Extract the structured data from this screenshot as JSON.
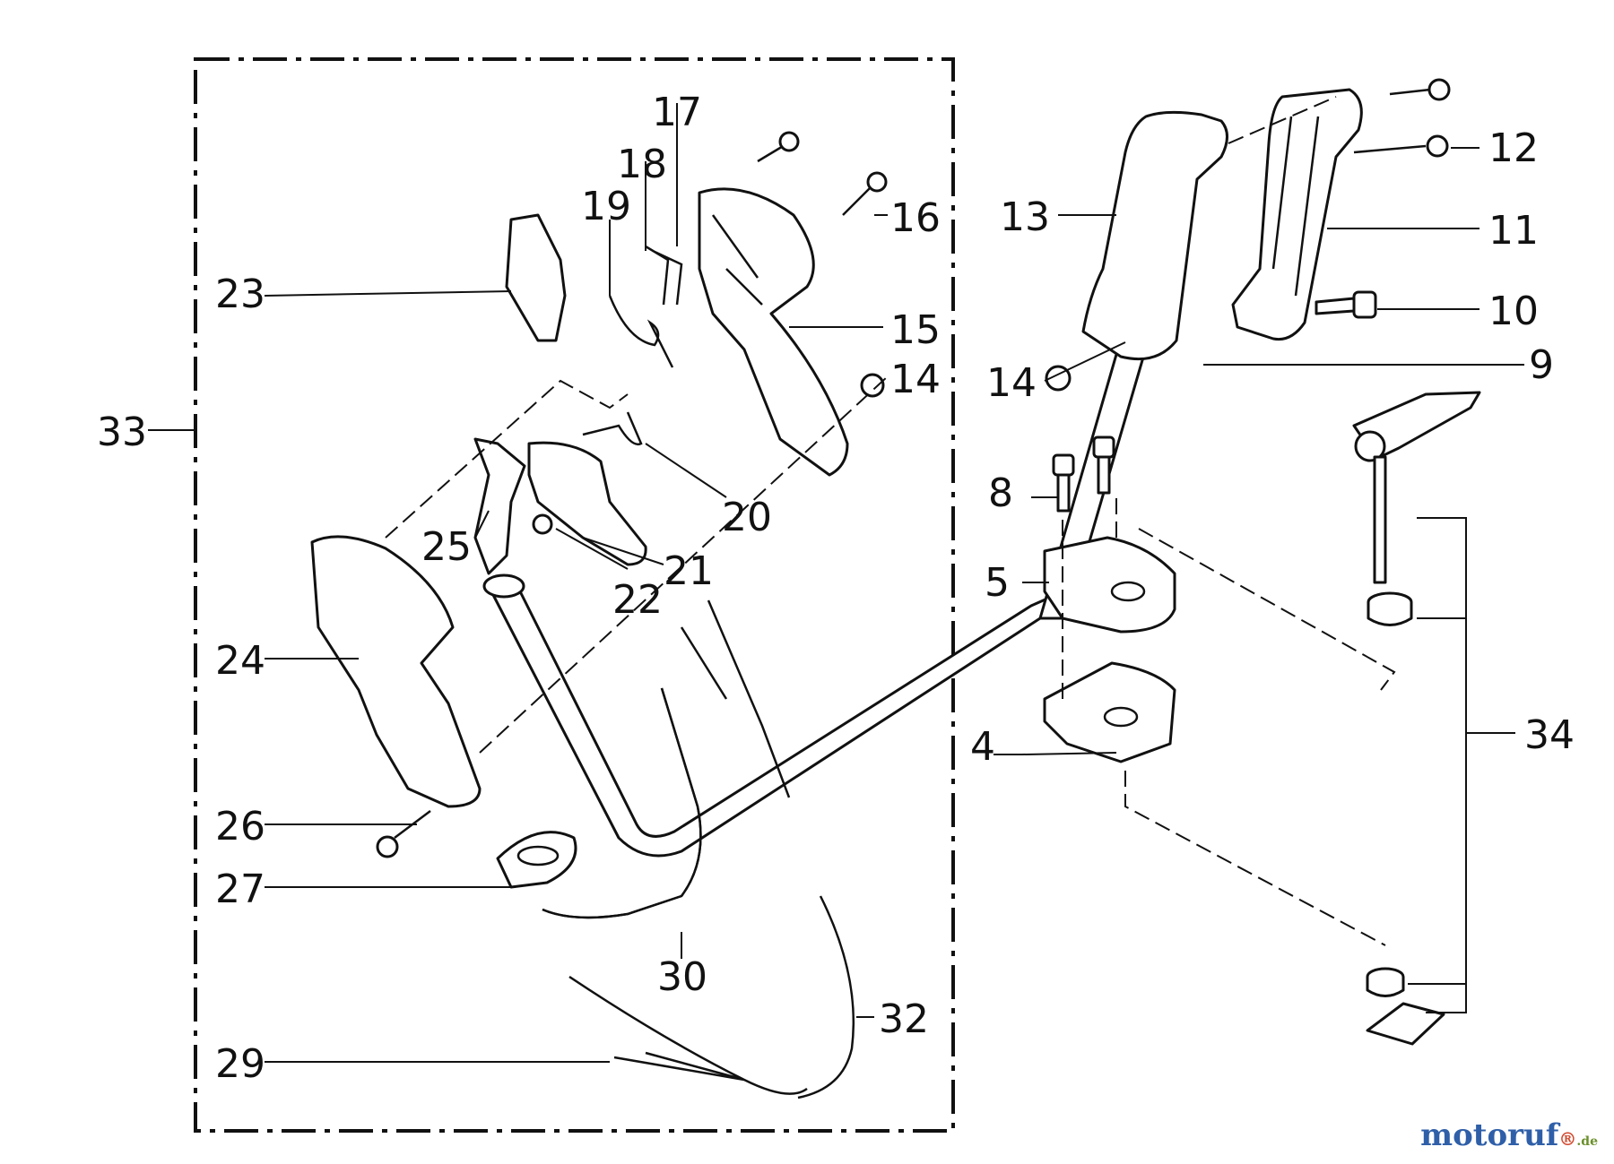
{
  "labels": {
    "l4": "4",
    "l5": "5",
    "l8": "8",
    "l9": "9",
    "l10": "10",
    "l11": "11",
    "l12": "12",
    "l13": "13",
    "l14a": "14",
    "l14b": "14",
    "l15": "15",
    "l16": "16",
    "l17": "17",
    "l18": "18",
    "l19": "19",
    "l20": "20",
    "l21": "21",
    "l22": "22",
    "l23": "23",
    "l24": "24",
    "l25": "25",
    "l26": "26",
    "l27": "27",
    "l29": "29",
    "l30": "30",
    "l32": "32",
    "l33": "33",
    "l34": "34"
  },
  "watermark": {
    "brand": "motoruf",
    "mark": "®",
    "domain": ".de"
  }
}
